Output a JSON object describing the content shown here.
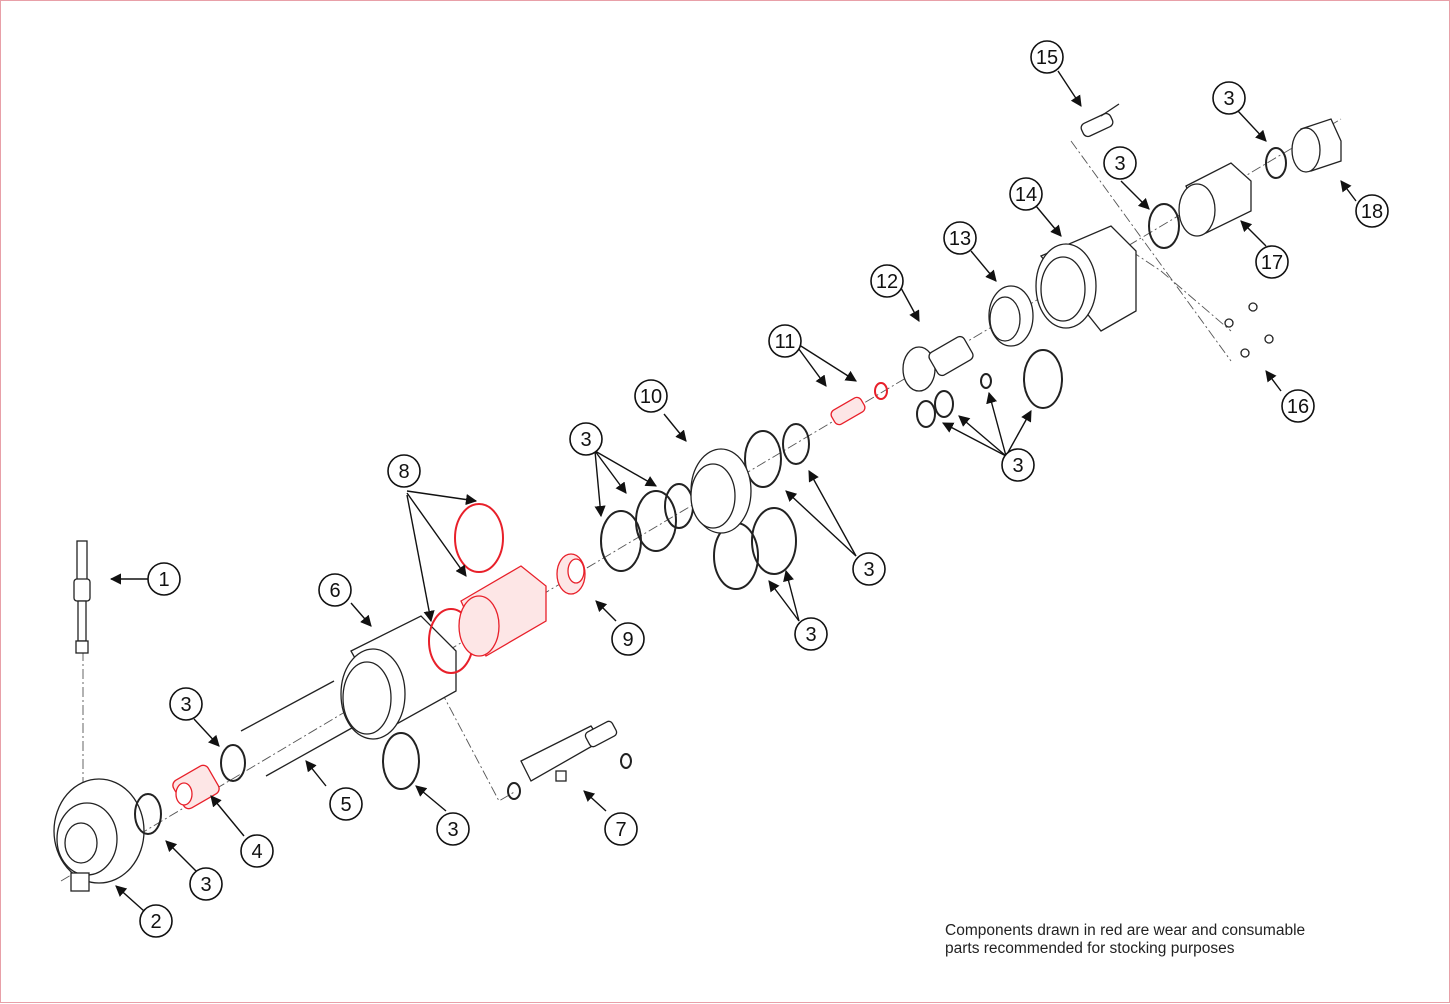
{
  "diagram": {
    "callouts": [
      "1",
      "2",
      "3",
      "4",
      "5",
      "6",
      "7",
      "8",
      "9",
      "10",
      "11",
      "12",
      "13",
      "14",
      "15",
      "16",
      "17",
      "18"
    ],
    "accent_color": "#e8202a"
  },
  "note": {
    "line1": "Components drawn in red are wear and consumable",
    "line2": "parts recommended for stocking purposes"
  }
}
